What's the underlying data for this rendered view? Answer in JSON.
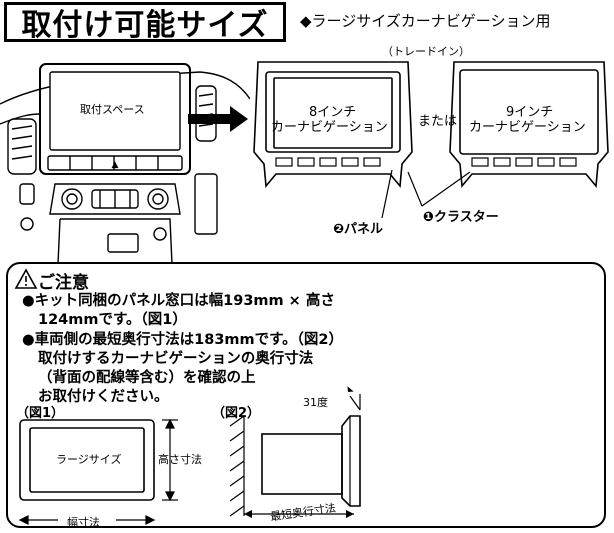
{
  "header": {
    "title": "取付け可能サイズ",
    "subtitle": "◆ラージサイズカーナビゲーション用"
  },
  "top_diagram": {
    "dash_label": "取付スペース",
    "tray_in_label": "（トレードイン）",
    "unit_8inch_line1": "8インチ",
    "unit_8inch_line2": "カーナビゲーション",
    "or_label": "または",
    "unit_9inch_line1": "9インチ",
    "unit_9inch_line2": "カーナビゲーション",
    "panel_label": "❷パネル",
    "cluster_label": "❶クラスター",
    "warning_glyph": "▲"
  },
  "notice": {
    "title": "ご注意",
    "line1": "●キット同梱のパネル窓口は幅193mm × 高さ",
    "line2": "124mmです。（図1）",
    "line3": "●車両側の最短奥行寸法は183mmです。（図2）",
    "line4": "取付けするカーナビゲーションの奥行寸法",
    "line5": "（背面の配線等含む）を確認の上",
    "line6": "お取付けください。",
    "fig1_label": "（図1）",
    "fig2_label": "（図2）",
    "fig1_box": "ラージサイズ",
    "fig1_height": "高さ寸法",
    "fig1_width": "幅寸法",
    "fig2_angle": "31度",
    "fig2_depth": "最短奥行寸法"
  }
}
